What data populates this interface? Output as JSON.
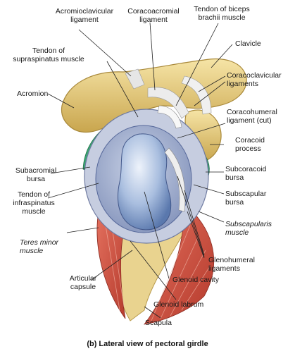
{
  "labels": {
    "acromioclavicular": [
      "Acromioclavicular",
      "ligament"
    ],
    "coracoacromial": [
      "Coracoacromial",
      "ligament"
    ],
    "biceps_tendon": [
      "Tendon of biceps",
      "brachii muscle"
    ],
    "clavicle": [
      "Clavicle"
    ],
    "supraspinatus": [
      "Tendon of",
      "supraspinatus muscle"
    ],
    "coracoclavicular": [
      "Coracoclavicular",
      "ligaments"
    ],
    "acromion": [
      "Acromion"
    ],
    "coracohumeral": [
      "Coracohumeral",
      "ligament (cut)"
    ],
    "coracoid": [
      "Coracoid",
      "process"
    ],
    "subacromial": [
      "Subacromial",
      "bursa"
    ],
    "subcoracoid": [
      "Subcoracoid",
      "bursa"
    ],
    "infraspinatus": [
      "Tendon of",
      "infraspinatus",
      "muscle"
    ],
    "subscapular_bursa": [
      "Subscapular",
      "bursa"
    ],
    "subscapularis": [
      "Subscapularis",
      "muscle"
    ],
    "teres_minor": [
      "Teres minor",
      "muscle"
    ],
    "glenohumeral": [
      "Glenohumeral",
      "ligaments"
    ],
    "articular_capsule": [
      "Articular",
      "capsule"
    ],
    "glenoid_cavity": [
      "Glenoid cavity"
    ],
    "glenoid_labrum": [
      "Glenoid labrum"
    ],
    "scapula": [
      "Scapula"
    ]
  },
  "caption": "(b) Lateral view of pectoral girdle"
}
